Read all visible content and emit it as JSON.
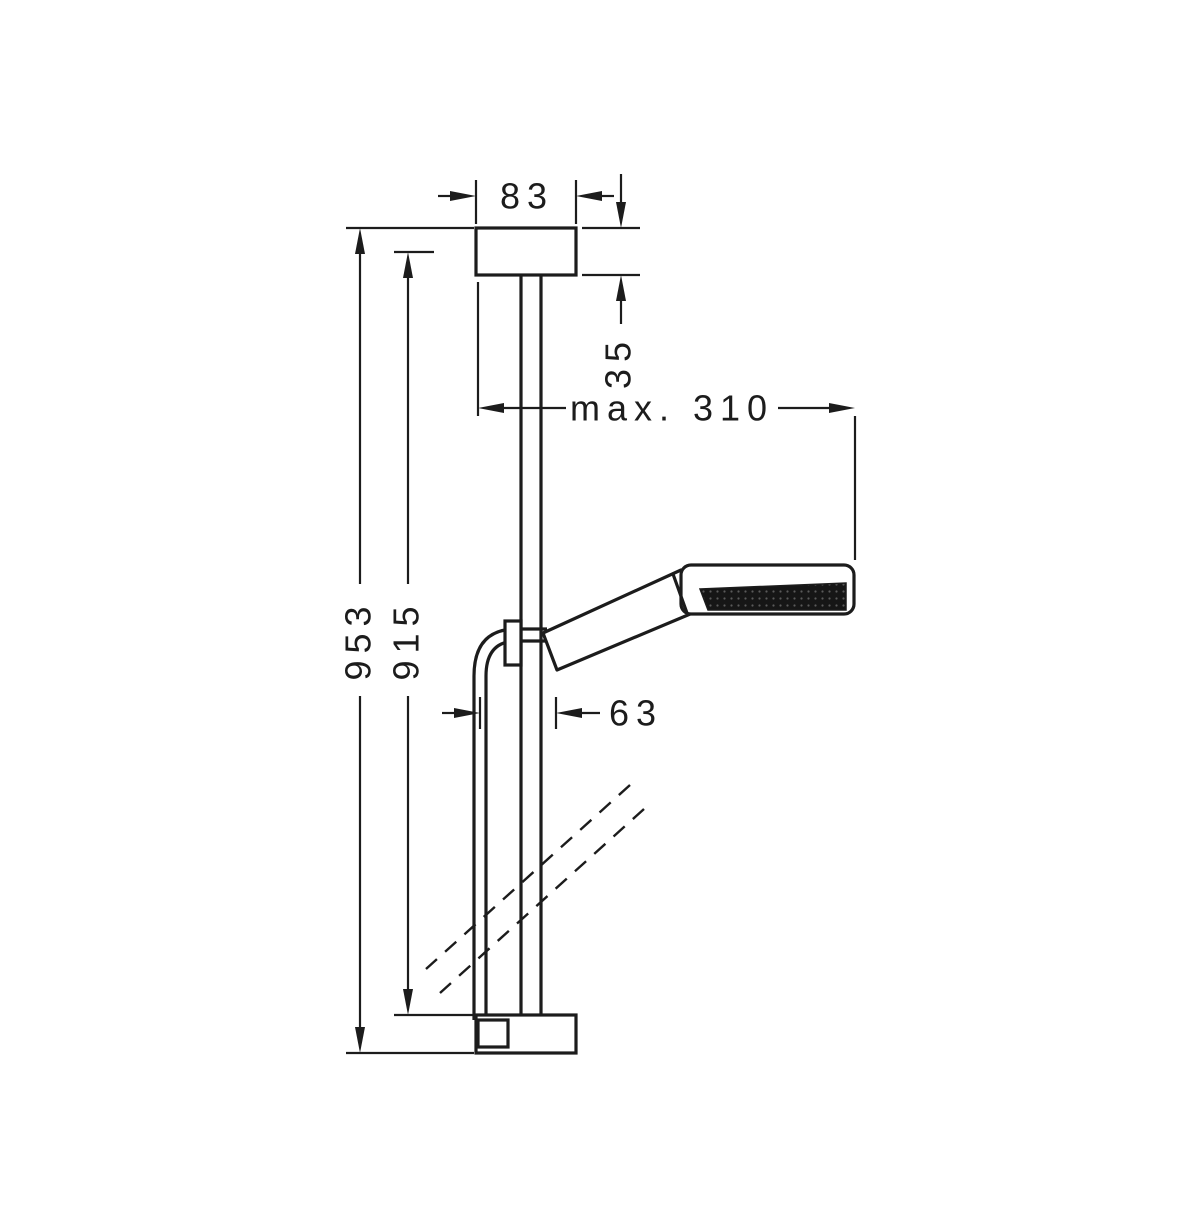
{
  "meta": {
    "background": "#ffffff",
    "ink": "#1c1c1c",
    "spray_face": "#161616"
  },
  "dimensions": {
    "bracket_width": "83",
    "bracket_offset": "35",
    "max_reach": "max. 310",
    "overall_length": "953",
    "bar_length": "915",
    "hose_offset": "63"
  }
}
